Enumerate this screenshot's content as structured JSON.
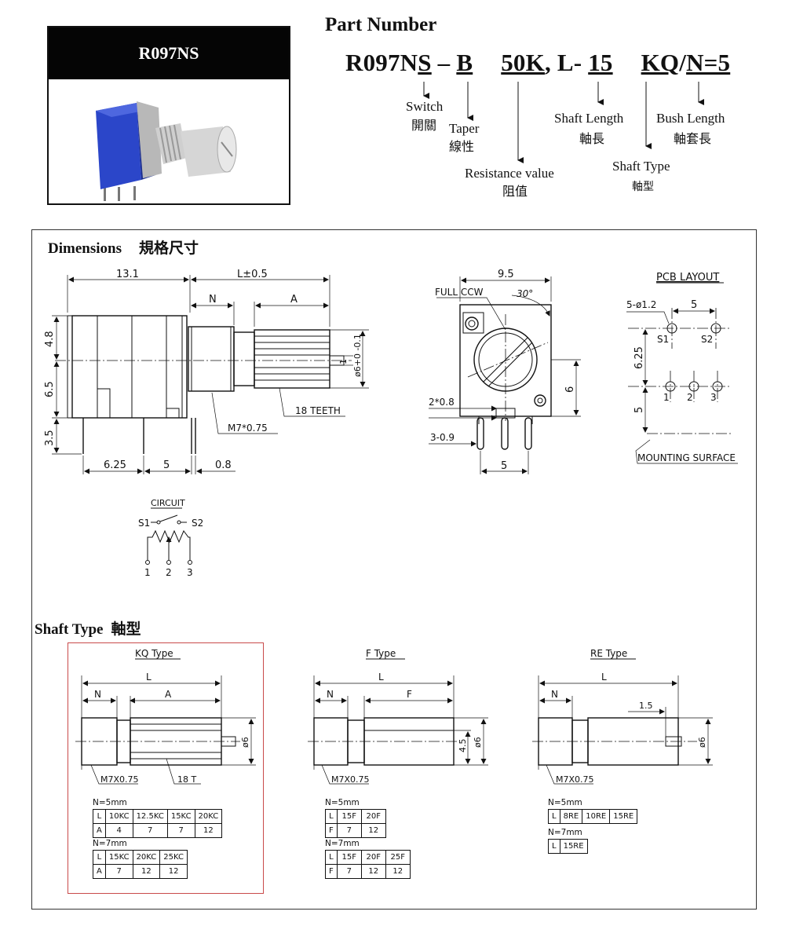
{
  "product_box": {
    "model": "R097NS"
  },
  "part_number": {
    "heading": "Part Number",
    "parts": [
      "R097N",
      "S",
      " – ",
      "B",
      "50K",
      ", L- ",
      "15",
      "KQ",
      "/",
      "N=5"
    ],
    "labels": {
      "switch_en": "Switch",
      "switch_zh": "開關",
      "taper_en": "Taper",
      "taper_zh": "線性",
      "resistance_en": "Resistance value",
      "resistance_zh": "阻值",
      "shaft_length_en": "Shaft Length",
      "shaft_length_zh": "軸長",
      "shaft_type_en": "Shaft Type",
      "shaft_type_zh": "軸型",
      "bush_length_en": "Bush Length",
      "bush_length_zh": "軸套長"
    }
  },
  "dimensions": {
    "heading": "Dimensions",
    "heading_zh": "規格尺寸",
    "side_view": {
      "d_13_1": "13.1",
      "d_L": "L±0.5",
      "d_N": "N",
      "d_A": "A",
      "d_4_8": "4.8",
      "d_6_5": "6.5",
      "d_3_5": "3.5",
      "d_1": "1",
      "d_phi6": "ø6+0 -0.1",
      "d_6_25": "6.25",
      "d_5": "5",
      "d_0_8": "0.8",
      "m7": "M7*0.75",
      "teeth": "18 TEETH"
    },
    "front_view": {
      "d_9_5": "9.5",
      "full_ccw": "FULL CCW",
      "angle": "30°",
      "d_2x0_8": "2*0.8",
      "d_3_0_9": "3-0.9",
      "d_6": "6",
      "d_5": "5"
    },
    "pcb_layout": {
      "title": "PCB LAYOUT",
      "holes": "5-ø1.2",
      "d_5": "5",
      "s1": "S1",
      "s2": "S2",
      "d_6_25": "6.25",
      "d_5v": "5",
      "p1": "1",
      "p2": "2",
      "p3": "3",
      "mounting": "MOUNTING SURFACE"
    },
    "circuit": {
      "title": "CIRCUIT",
      "s1": "S1",
      "s2": "S2",
      "p1": "1",
      "p2": "2",
      "p3": "3"
    }
  },
  "shaft_type": {
    "heading": "Shaft Type",
    "heading_zh": "軸型",
    "kq": {
      "title": "KQ Type",
      "L": "L",
      "N": "N",
      "A": "A",
      "phi": "ø6",
      "m7": "M7X0.75",
      "teeth": "18 T",
      "n5_label": "N=5mm",
      "n5_rows": [
        [
          "L",
          "10KC",
          "12.5KC",
          "15KC",
          "20KC"
        ],
        [
          "A",
          "4",
          "7",
          "7",
          "12"
        ]
      ],
      "n7_label": "N=7mm",
      "n7_rows": [
        [
          "L",
          "15KC",
          "20KC",
          "25KC"
        ],
        [
          "A",
          "7",
          "12",
          "12"
        ]
      ]
    },
    "f": {
      "title": "F Type",
      "L": "L",
      "N": "N",
      "F": "F",
      "d_4_5": "4.5",
      "phi": "ø6",
      "m7": "M7X0.75",
      "n5_label": "N=5mm",
      "n5_rows": [
        [
          "L",
          "15F",
          "20F"
        ],
        [
          "F",
          "7",
          "12"
        ]
      ],
      "n7_label": "N=7mm",
      "n7_rows": [
        [
          "L",
          "15F",
          "20F",
          "25F"
        ],
        [
          "F",
          "7",
          "12",
          "12"
        ]
      ]
    },
    "re": {
      "title": "RE Type",
      "L": "L",
      "N": "N",
      "d_1_5": "1.5",
      "phi": "ø6",
      "m7": "M7X0.75",
      "n5_label": "N=5mm",
      "n5_rows": [
        [
          "L",
          "8RE",
          "10RE",
          "15RE"
        ]
      ],
      "n7_label": "N=7mm",
      "n7_rows": [
        [
          "L",
          "15RE"
        ]
      ]
    }
  }
}
